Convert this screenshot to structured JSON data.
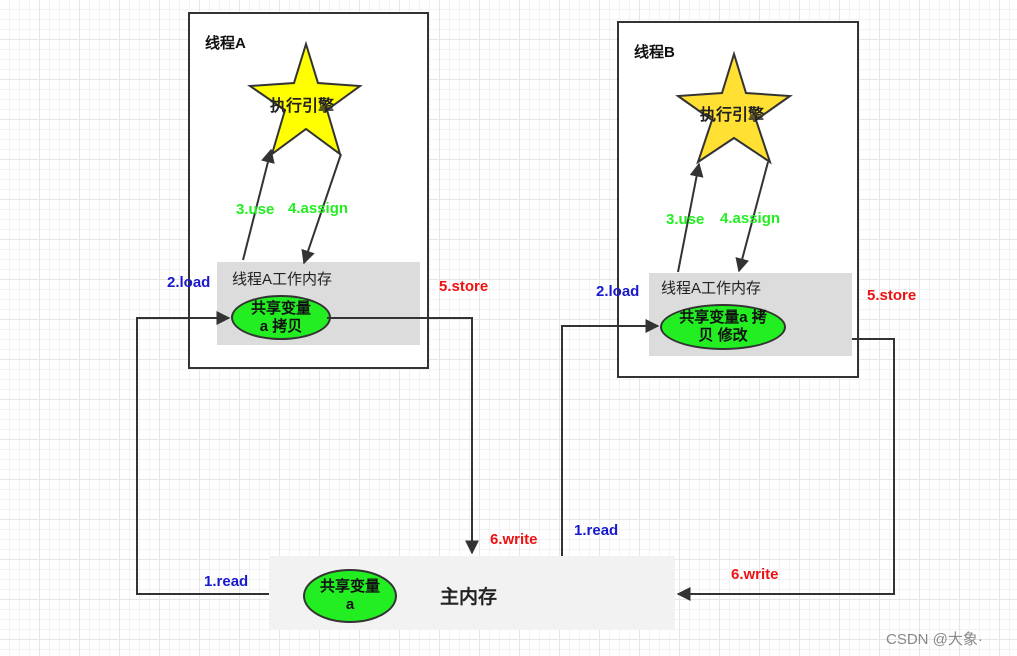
{
  "thread_a": {
    "title": "线程A",
    "engine": "执行引擎",
    "work_memory_title": "线程A工作内存",
    "shared_copy": "共享变量\na 拷贝"
  },
  "thread_b": {
    "title": "线程B",
    "engine": "执行引擎",
    "work_memory_title": "线程A工作内存",
    "shared_copy": "共享变量a 拷\n贝 修改"
  },
  "main_memory": {
    "title": "主内存",
    "shared_var": "共享变量\na"
  },
  "ops": {
    "a_read": "1.read",
    "a_load": "2.load",
    "a_use": "3.use",
    "a_assign": "4.assign",
    "a_store": "5.store",
    "a_write": "6.write",
    "b_read": "1.read",
    "b_load": "2.load",
    "b_use": "3.use",
    "b_assign": "4.assign",
    "b_store": "5.store",
    "b_write": "6.write"
  },
  "watermark": "CSDN @大象·",
  "colors": {
    "star_a": "#ffff00",
    "star_b": "#ffe033",
    "shared_var_fill": "#22ee22",
    "read_load": "#1a1acc",
    "use_assign": "#22ee22",
    "store_write": "#ee1111"
  }
}
